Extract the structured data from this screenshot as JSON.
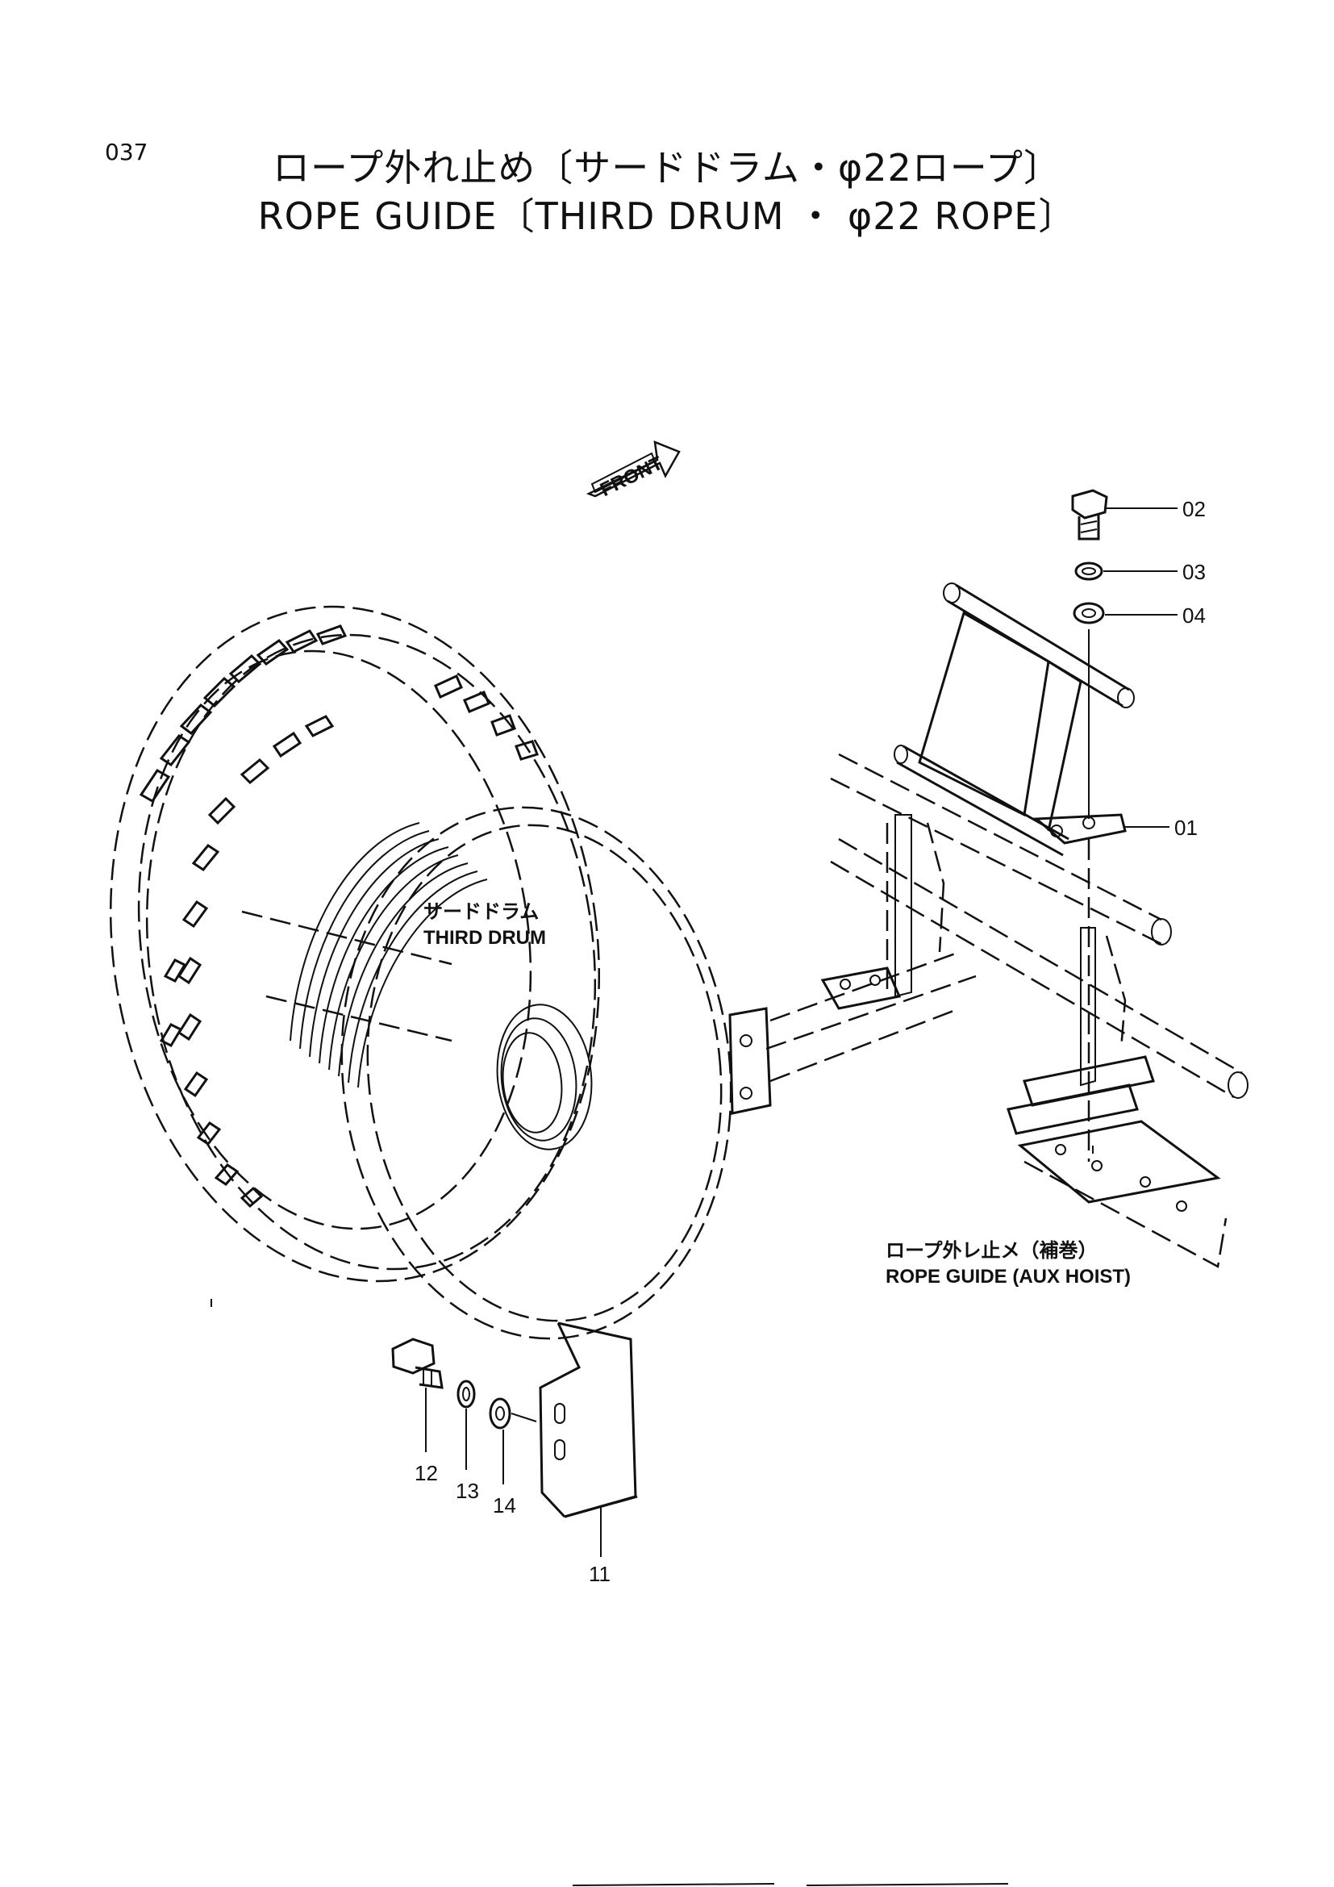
{
  "page_number": "037",
  "title_jp": "ロープ外れ止め〔サードドラム・φ22ロープ〕",
  "title_en": "ROPE GUIDE〔THIRD DRUM  ・ φ22 ROPE〕",
  "front_marker": "FRONT",
  "labels": {
    "third_drum_jp": "サードドラム",
    "third_drum_en": "THIRD DRUM",
    "aux_guide_jp": "ロープ外レ止メ（補巻）",
    "aux_guide_en": "ROPE GUIDE  (AUX  HOIST)"
  },
  "callouts": [
    "01",
    "02",
    "03",
    "04",
    "11",
    "12",
    "13",
    "14"
  ]
}
